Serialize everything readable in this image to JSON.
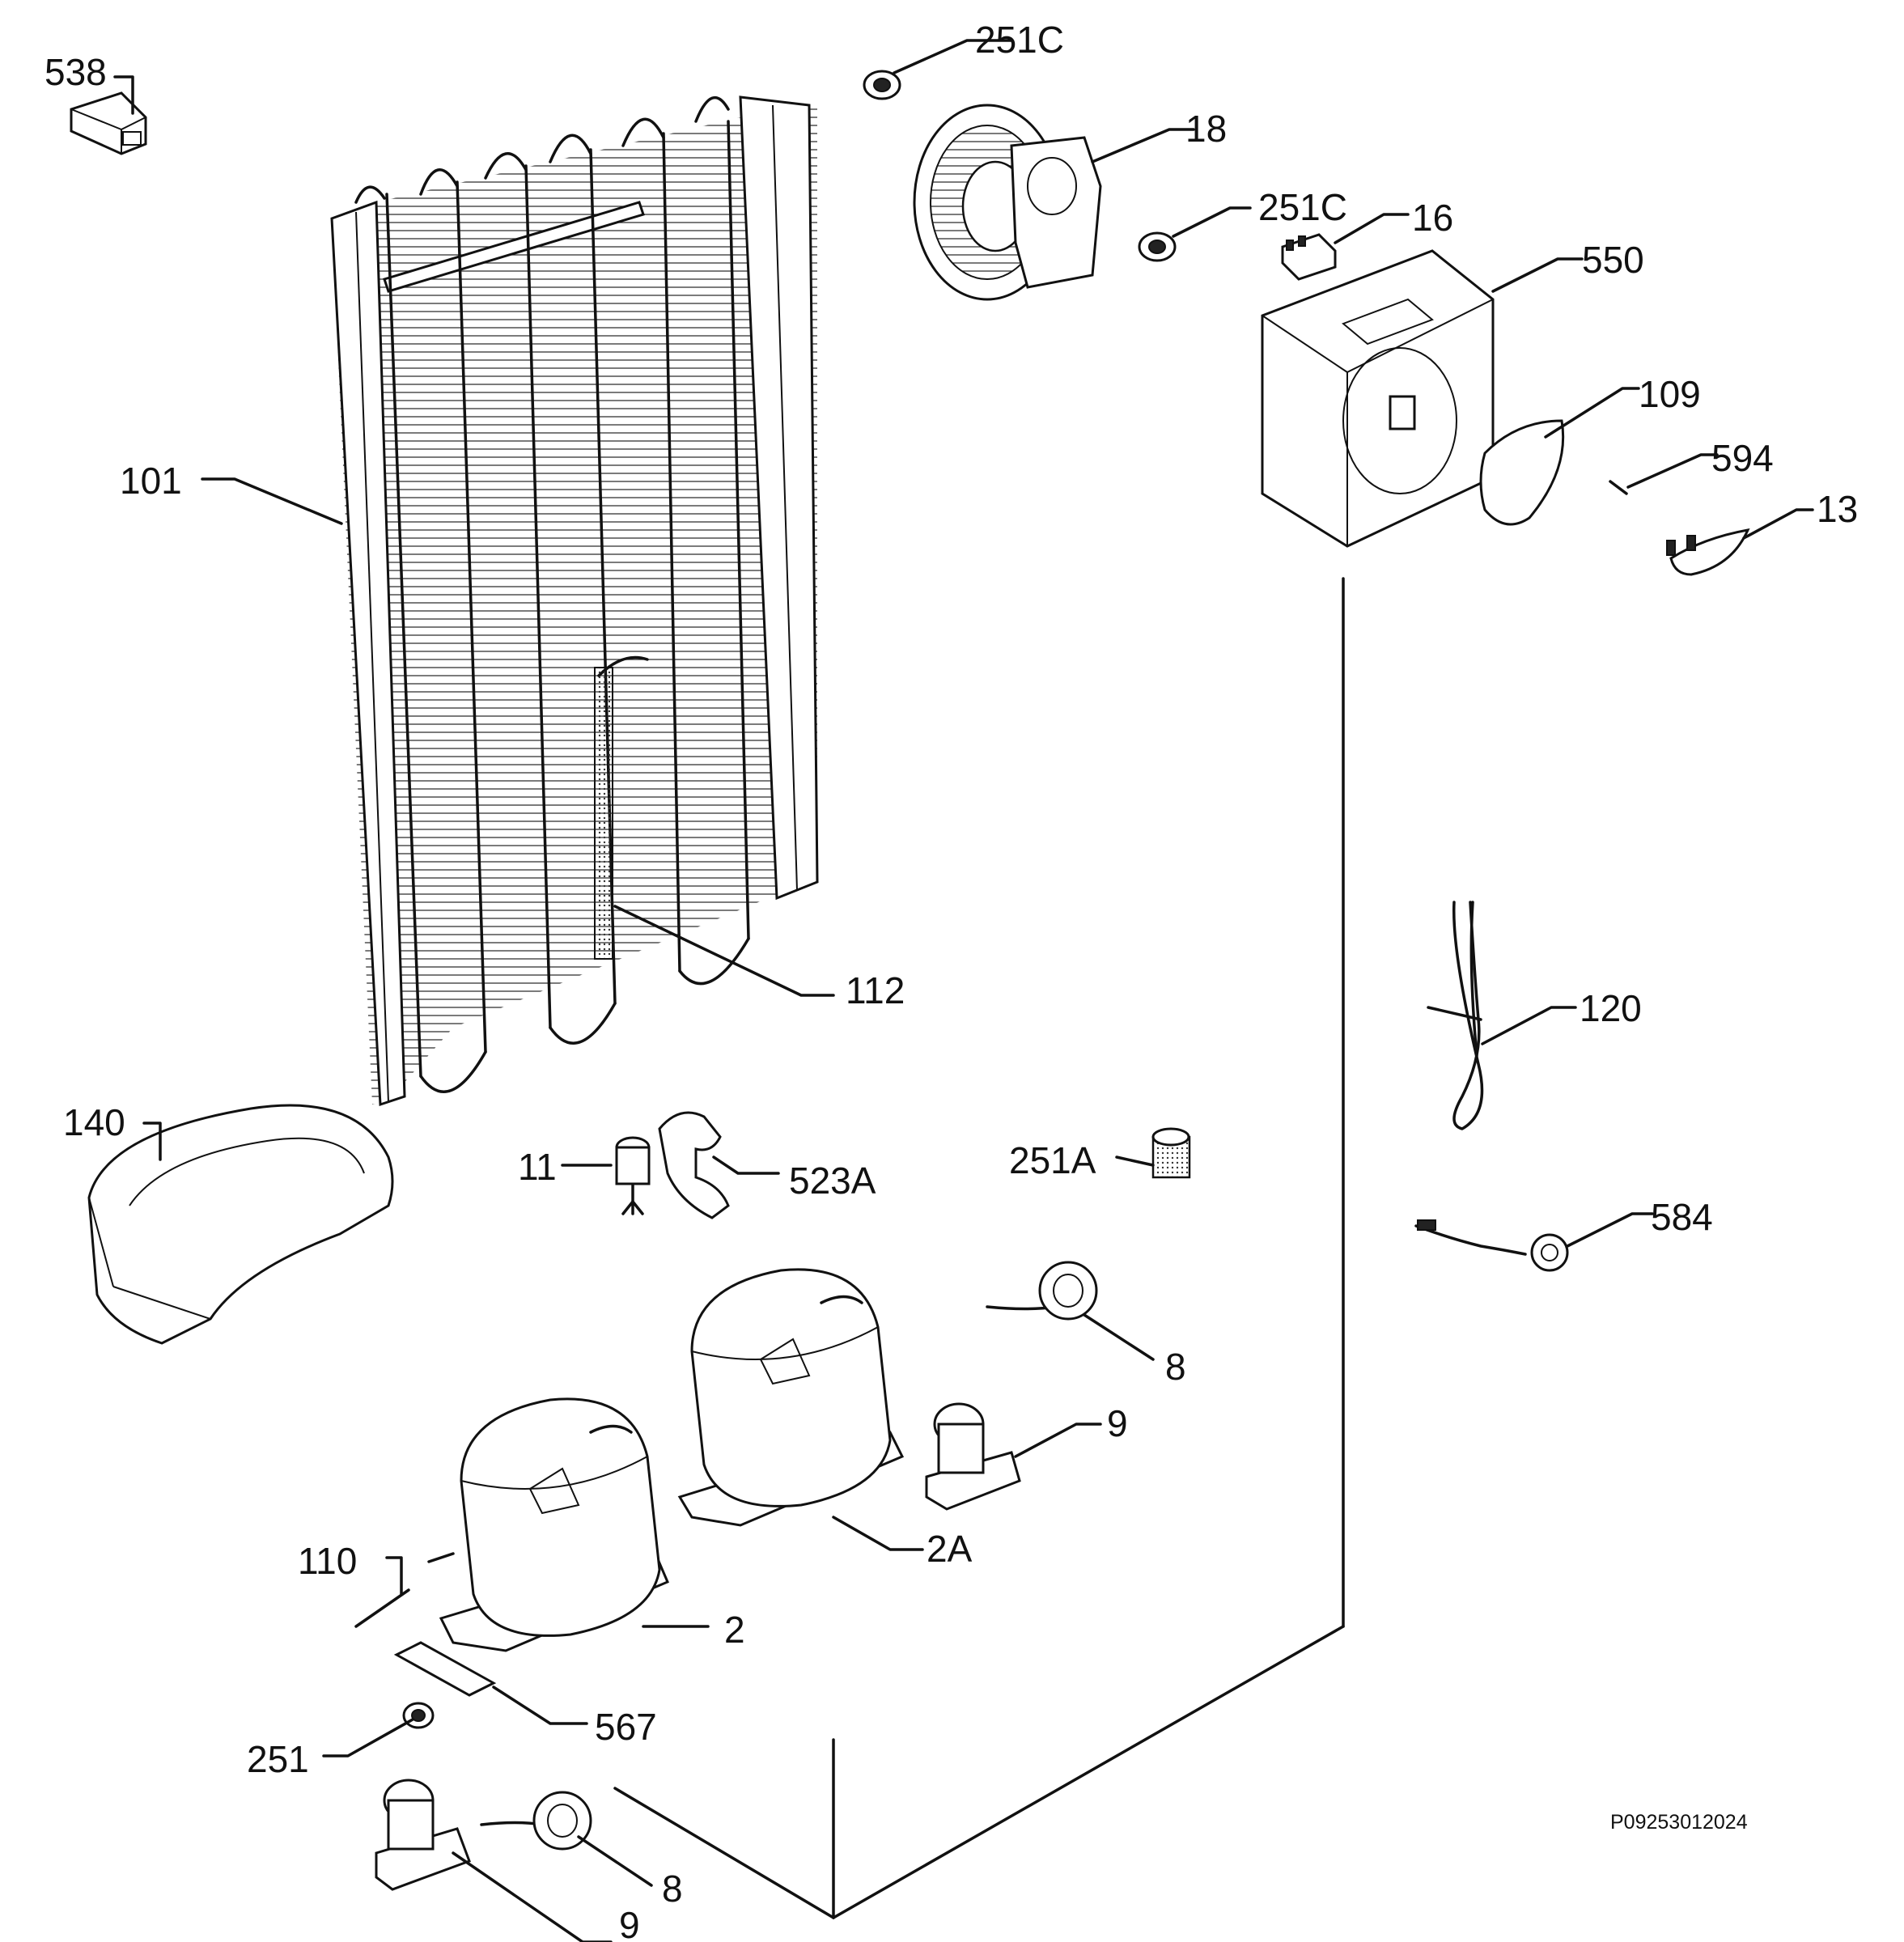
{
  "labels": {
    "p538": "538",
    "p251c_top": "251C",
    "p18": "18",
    "p251c_mid": "251C",
    "p16": "16",
    "p550": "550",
    "p109": "109",
    "p594": "594",
    "p13": "13",
    "p101": "101",
    "p112": "112",
    "p120": "120",
    "p140": "140",
    "p11": "11",
    "p523a": "523A",
    "p251a": "251A",
    "p584": "584",
    "p8_top": "8",
    "p9_top": "9",
    "p2a": "2A",
    "p110": "110",
    "p2": "2",
    "p567": "567",
    "p251": "251",
    "p8_bottom": "8",
    "p9_bottom": "9"
  },
  "drawing_code": "P09253012024"
}
